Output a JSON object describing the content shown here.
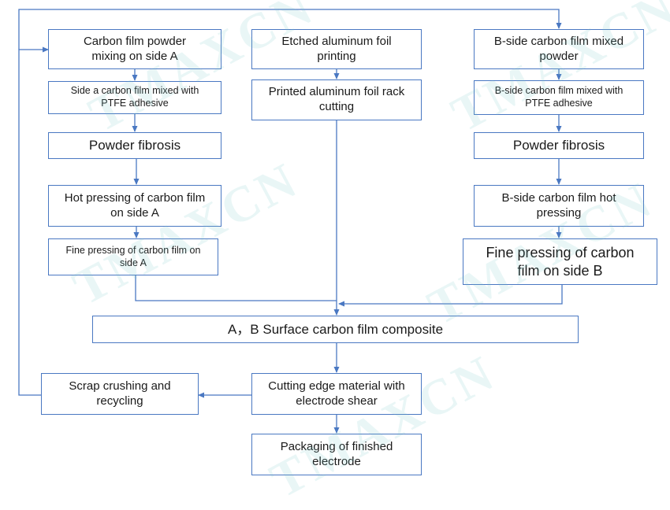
{
  "colors": {
    "line": "#4a78c2",
    "box_border": "#4a78c2",
    "watermark": "#78c8c8"
  },
  "watermark": "TMAXCN",
  "boxes": {
    "a_mix": [
      "Carbon film powder",
      "mixing on side A"
    ],
    "a_ptfe": [
      "Side a carbon film mixed with",
      "PTFE adhesive"
    ],
    "a_fib": [
      "Powder fibrosis"
    ],
    "a_hot": [
      "Hot pressing of carbon film",
      "on side A"
    ],
    "a_fine": [
      "Fine pressing of carbon film on",
      "side A"
    ],
    "foil_print": [
      "Etched aluminum foil",
      "printing"
    ],
    "foil_cut": [
      "Printed aluminum foil rack",
      "cutting"
    ],
    "b_mix": [
      "B-side carbon film mixed",
      "powder"
    ],
    "b_ptfe": [
      "B-side carbon film mixed with",
      "PTFE adhesive"
    ],
    "b_fib": [
      "Powder fibrosis"
    ],
    "b_hot": [
      "B-side carbon film hot",
      "pressing"
    ],
    "b_fine": [
      "Fine pressing of carbon",
      "film on side B"
    ],
    "composite": [
      "A，B Surface carbon film composite"
    ],
    "cutting": [
      "Cutting edge material with",
      "electrode shear"
    ],
    "scrap": [
      "Scrap crushing and",
      "recycling"
    ],
    "packaging": [
      "Packaging of finished",
      "electrode"
    ]
  }
}
